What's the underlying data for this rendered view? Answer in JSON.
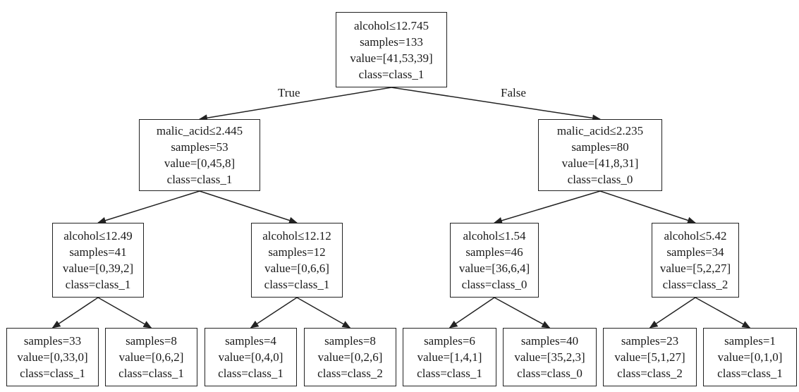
{
  "tree": {
    "edge_labels": {
      "true": "True",
      "false": "False"
    },
    "nodes": {
      "root": [
        "alcohol≤12.745",
        "samples=133",
        "value=[41,53,39]",
        "class=class_1"
      ],
      "l": [
        "malic_acid≤2.445",
        "samples=53",
        "value=[0,45,8]",
        "class=class_1"
      ],
      "r": [
        "malic_acid≤2.235",
        "samples=80",
        "value=[41,8,31]",
        "class=class_0"
      ],
      "ll": [
        "alcohol≤12.49",
        "samples=41",
        "value=[0,39,2]",
        "class=class_1"
      ],
      "lr": [
        "alcohol≤12.12",
        "samples=12",
        "value=[0,6,6]",
        "class=class_1"
      ],
      "rl": [
        "alcohol≤1.54",
        "samples=46",
        "value=[36,6,4]",
        "class=class_0"
      ],
      "rr": [
        "alcohol≤5.42",
        "samples=34",
        "value=[5,2,27]",
        "class=class_2"
      ],
      "lll": [
        "samples=33",
        "value=[0,33,0]",
        "class=class_1"
      ],
      "llr": [
        "samples=8",
        "value=[0,6,2]",
        "class=class_1"
      ],
      "lrl": [
        "samples=4",
        "value=[0,4,0]",
        "class=class_1"
      ],
      "lrr": [
        "samples=8",
        "value=[0,2,6]",
        "class=class_2"
      ],
      "rll": [
        "samples=6",
        "value=[1,4,1]",
        "class=class_1"
      ],
      "rlr": [
        "samples=40",
        "value=[35,2,3]",
        "class=class_0"
      ],
      "rrl": [
        "samples=23",
        "value=[5,1,27]",
        "class=class_2"
      ],
      "rrr": [
        "samples=1",
        "value=[0,1,0]",
        "class=class_1"
      ]
    }
  }
}
